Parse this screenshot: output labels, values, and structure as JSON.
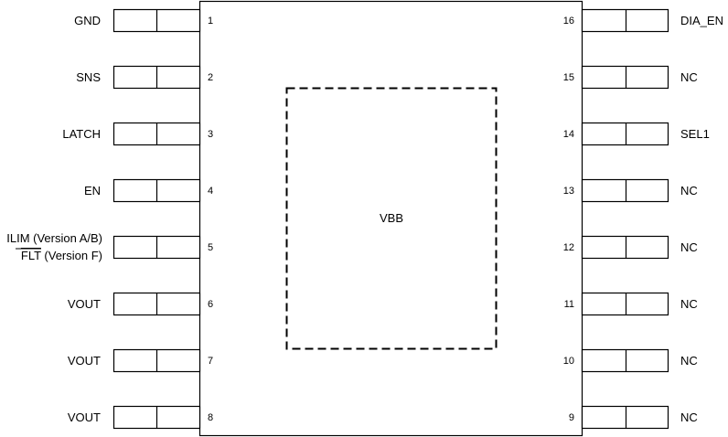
{
  "package": {
    "thermal_pad_label": "VBB"
  },
  "left_pins": [
    {
      "number": "1",
      "name": "GND"
    },
    {
      "number": "2",
      "name": "SNS"
    },
    {
      "number": "3",
      "name": "LATCH"
    },
    {
      "number": "4",
      "name": "EN"
    },
    {
      "number": "5",
      "name": "ILIM (Version A/B)",
      "name_line2_overbar": "FLT",
      "name_line2_rest": " (Version F)"
    },
    {
      "number": "6",
      "name": "VOUT"
    },
    {
      "number": "7",
      "name": "VOUT"
    },
    {
      "number": "8",
      "name": "VOUT"
    }
  ],
  "right_pins": [
    {
      "number": "16",
      "name": "DIA_EN"
    },
    {
      "number": "15",
      "name": "NC"
    },
    {
      "number": "14",
      "name": "SEL1"
    },
    {
      "number": "13",
      "name": "NC"
    },
    {
      "number": "12",
      "name": "NC"
    },
    {
      "number": "11",
      "name": "NC"
    },
    {
      "number": "10",
      "name": "NC"
    },
    {
      "number": "9",
      "name": "NC"
    }
  ]
}
